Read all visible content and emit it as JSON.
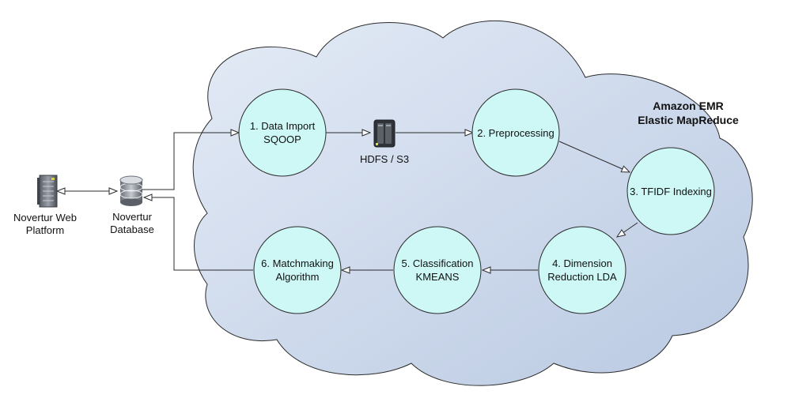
{
  "cloud": {
    "title_line1": "Amazon EMR",
    "title_line2": "Elastic MapReduce"
  },
  "external": {
    "web_platform_line1": "Novertur Web",
    "web_platform_line2": "Platform",
    "database_line1": "Novertur",
    "database_line2": "Database"
  },
  "storage": {
    "label": "HDFS / S3"
  },
  "steps": {
    "s1_line1": "1. Data Import",
    "s1_line2": "SQOOP",
    "s2_line1": "2. Preprocessing",
    "s3_line1": "3. TFIDF Indexing",
    "s4_line1": "4. Dimension",
    "s4_line2": "Reduction LDA",
    "s5_line1": "5. Classification",
    "s5_line2": "KMEANS",
    "s6_line1": "6. Matchmaking",
    "s6_line2": "Algorithm"
  },
  "colors": {
    "cloud_fill": "#c9d6ea",
    "node_fill": "#cdf8f6",
    "stroke": "#2b2b2b"
  }
}
